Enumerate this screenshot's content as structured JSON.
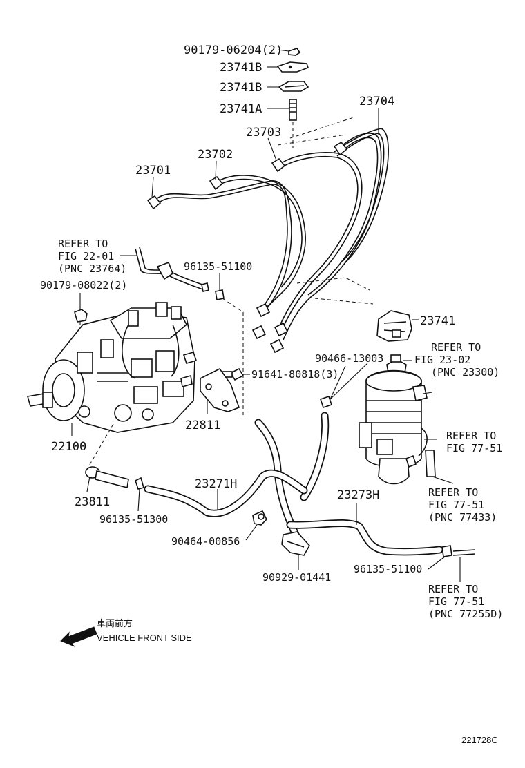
{
  "labels": {
    "p90179_06204": "90179-06204(2)",
    "p23741b_1": "23741B",
    "p23741b_2": "23741B",
    "p23741a": "23741A",
    "p23704": "23704",
    "p23703": "23703",
    "p23702": "23702",
    "p23701": "23701",
    "ref_22_01_l1": "REFER TO",
    "ref_22_01_l2": "FIG 22-01",
    "ref_22_01_l3": "(PNC 23764)",
    "p96135_51100_a": "96135-51100",
    "p90179_08022": "90179-08022(2)",
    "p23741": "23741",
    "ref_23_02_l1": "REFER TO",
    "ref_23_02_l2": "FIG 23-02",
    "ref_23_02_l3": "(PNC 23300)",
    "p90466_13003": "90466-13003",
    "p91641_80818": "91641-80818(3)",
    "ref_77_51a_l1": "REFER TO",
    "ref_77_51a_l2": "FIG 77-51",
    "p22811": "22811",
    "p22100": "22100",
    "p23271h": "23271H",
    "p23273h": "23273H",
    "ref_77_51b_l1": "REFER TO",
    "ref_77_51b_l2": "FIG 77-51",
    "ref_77_51b_l3": "(PNC 77433)",
    "p23811": "23811",
    "p96135_51300": "96135-51300",
    "p90464_00856": "90464-00856",
    "p90929_01441": "90929-01441",
    "p96135_51100_b": "96135-51100",
    "ref_77_51c_l1": "REFER TO",
    "ref_77_51c_l2": "FIG 77-51",
    "ref_77_51c_l3": "(PNC 77255D)",
    "direction_jp": "車両前方",
    "direction_en": "VEHICLE FRONT SIDE",
    "figure_code": "221728C"
  }
}
